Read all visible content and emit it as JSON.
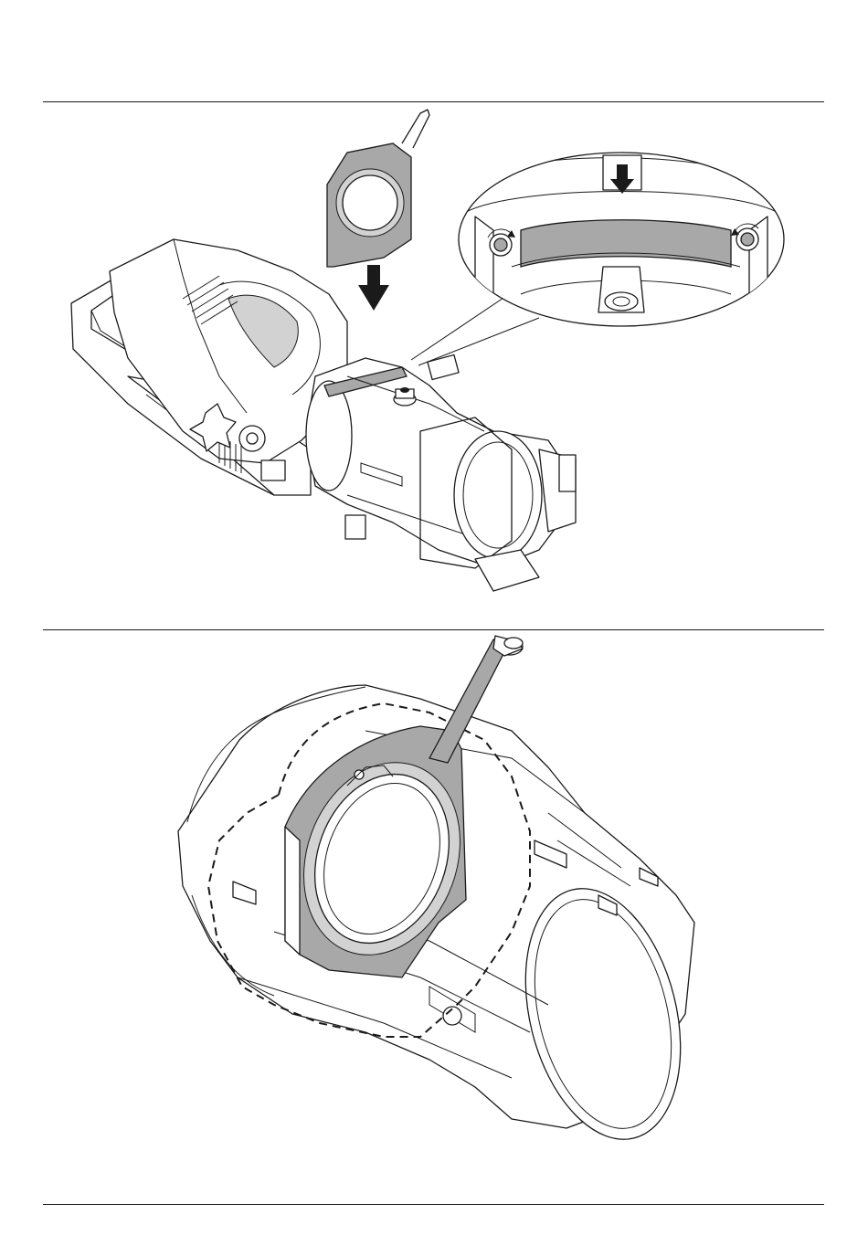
{
  "figures": [
    {
      "id": "fig-top",
      "description_visible_text": ""
    },
    {
      "id": "fig-bottom",
      "description_visible_text": ""
    }
  ],
  "colors": {
    "line": "#1a1a1a",
    "shade": "#a8a8a8",
    "light_shade": "#d2d2d2",
    "background": "#ffffff"
  },
  "icons": [
    "insert-arrow-icon",
    "rotate-screw-icon-left",
    "rotate-screw-icon-right",
    "slot-arrow-icon"
  ]
}
